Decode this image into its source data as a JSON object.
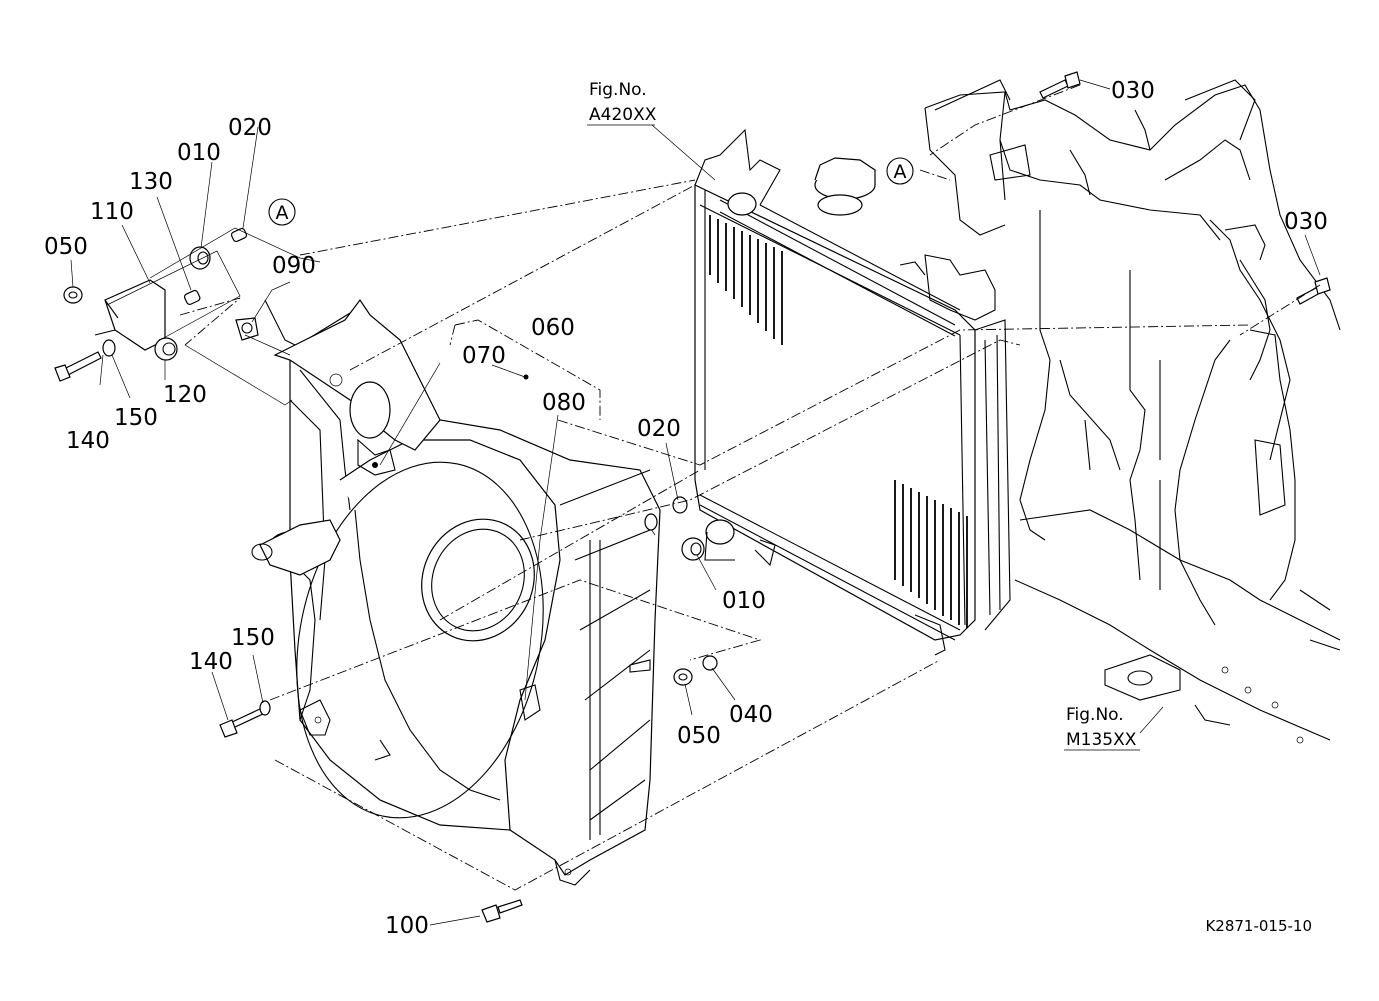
{
  "callouts": {
    "p010_left": "010",
    "p020_left": "020",
    "p130": "130",
    "p110": "110",
    "p050_left": "050",
    "p090": "090",
    "p060": "060",
    "p070": "070",
    "p080": "080",
    "p120": "120",
    "p150_top": "150",
    "p140_top": "140",
    "p020_right": "020",
    "p010_right": "010",
    "p030_top": "030",
    "p030_right": "030",
    "p150_bottom": "150",
    "p140_bottom": "140",
    "p050_right": "050",
    "p040": "040",
    "p100": "100"
  },
  "ref_marks": {
    "a_left": "A",
    "a_right": "A"
  },
  "fig_refs": {
    "top_line1": "Fig.No.",
    "top_line2": "A420XX",
    "bottom_line1": "Fig.No.",
    "bottom_line2": "M135XX"
  },
  "drawing_code": "K2871-015-10"
}
